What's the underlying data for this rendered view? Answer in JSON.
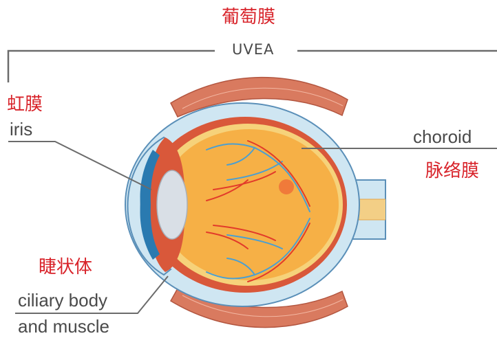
{
  "title": {
    "zh": "葡萄膜",
    "en": "UVEA"
  },
  "labels": {
    "iris": {
      "zh": "虹膜",
      "en": "iris"
    },
    "choroid": {
      "zh": "脉络膜",
      "en": "choroid"
    },
    "ciliary": {
      "zh": "睫状体",
      "en_line1": "ciliary body",
      "en_line2": "and muscle"
    }
  },
  "colors": {
    "chinese_text": "#d8232a",
    "english_text": "#4a4a4a",
    "line": "#6b6b6b",
    "sclera_outer": "#cfe6f2",
    "sclera_edge": "#5a8fb8",
    "choroid_layer": "#d9583a",
    "retina": "#f6c96c",
    "vitreous": "#f6b046",
    "iris": "#2a7ab0",
    "lens": "#d9dfe6",
    "muscle": "#d97a5f",
    "vessel_blue": "#4a9fd2",
    "vessel_red": "#e23a2a",
    "macula": "#f07a3a",
    "optic_nerve": "#f3cf86"
  }
}
